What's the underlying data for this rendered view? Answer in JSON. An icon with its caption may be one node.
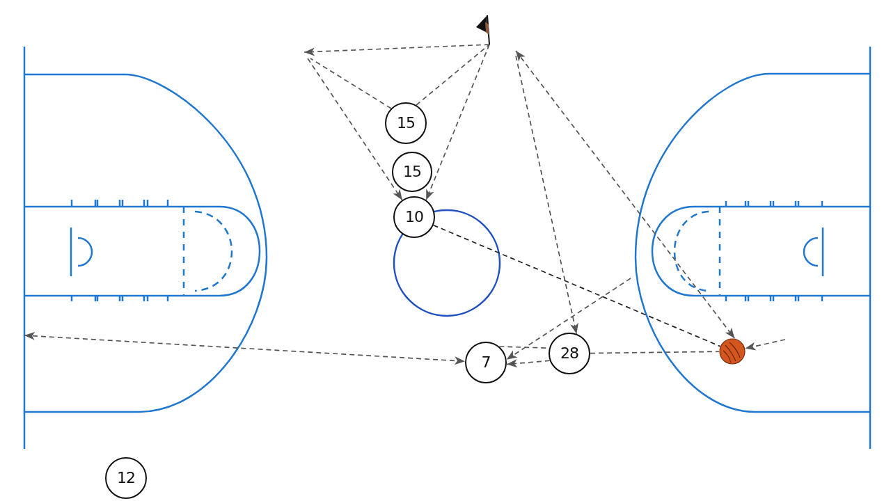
{
  "diagram": {
    "nodes": [
      {
        "text": [],
        "shape": "picture"
      },
      {
        "text": [
          "15"
        ]
      },
      {
        "text": [
          "15"
        ]
      },
      {
        "text": [
          "10"
        ]
      },
      {
        "text": [
          "7"
        ]
      },
      {
        "text": [
          "28"
        ]
      },
      {
        "text": [],
        "shape": "picture"
      },
      {
        "text": [
          "12"
        ]
      }
    ],
    "edges": [
      {
        "from": 0,
        "to": null,
        "arrow": "to",
        "style": "dashed"
      },
      {
        "from": 1,
        "to": null,
        "arrow": "none",
        "style": "dashed"
      },
      {
        "from": null,
        "to": 3,
        "arrow": "to",
        "style": "dashed"
      },
      {
        "from": 1,
        "to": 0,
        "arrow": "none",
        "style": "dashed"
      },
      {
        "from": 0,
        "to": 3,
        "arrow": "to",
        "style": "dashed"
      },
      {
        "from": 3,
        "to": 6,
        "arrow": "none",
        "style": "dashed",
        "color": "#222222"
      },
      {
        "from": 5,
        "to": 6,
        "arrow": "none",
        "style": "dashed"
      },
      {
        "from": null,
        "to": 6,
        "arrow": "to",
        "style": "dashed"
      },
      {
        "from": null,
        "to": 6,
        "arrow": "both",
        "style": "dashed"
      },
      {
        "from": null,
        "to": 5,
        "arrow": "to",
        "style": "dashed"
      },
      {
        "from": 4,
        "to": 5,
        "arrow": "none",
        "style": "dashed"
      },
      {
        "from": 5,
        "to": 4,
        "arrow": "to",
        "style": "dashed"
      },
      {
        "from": null,
        "to": 4,
        "arrow": "to",
        "style": "dashed"
      },
      {
        "from": null,
        "to": 4,
        "arrow": "both",
        "style": "dashed"
      }
    ]
  }
}
